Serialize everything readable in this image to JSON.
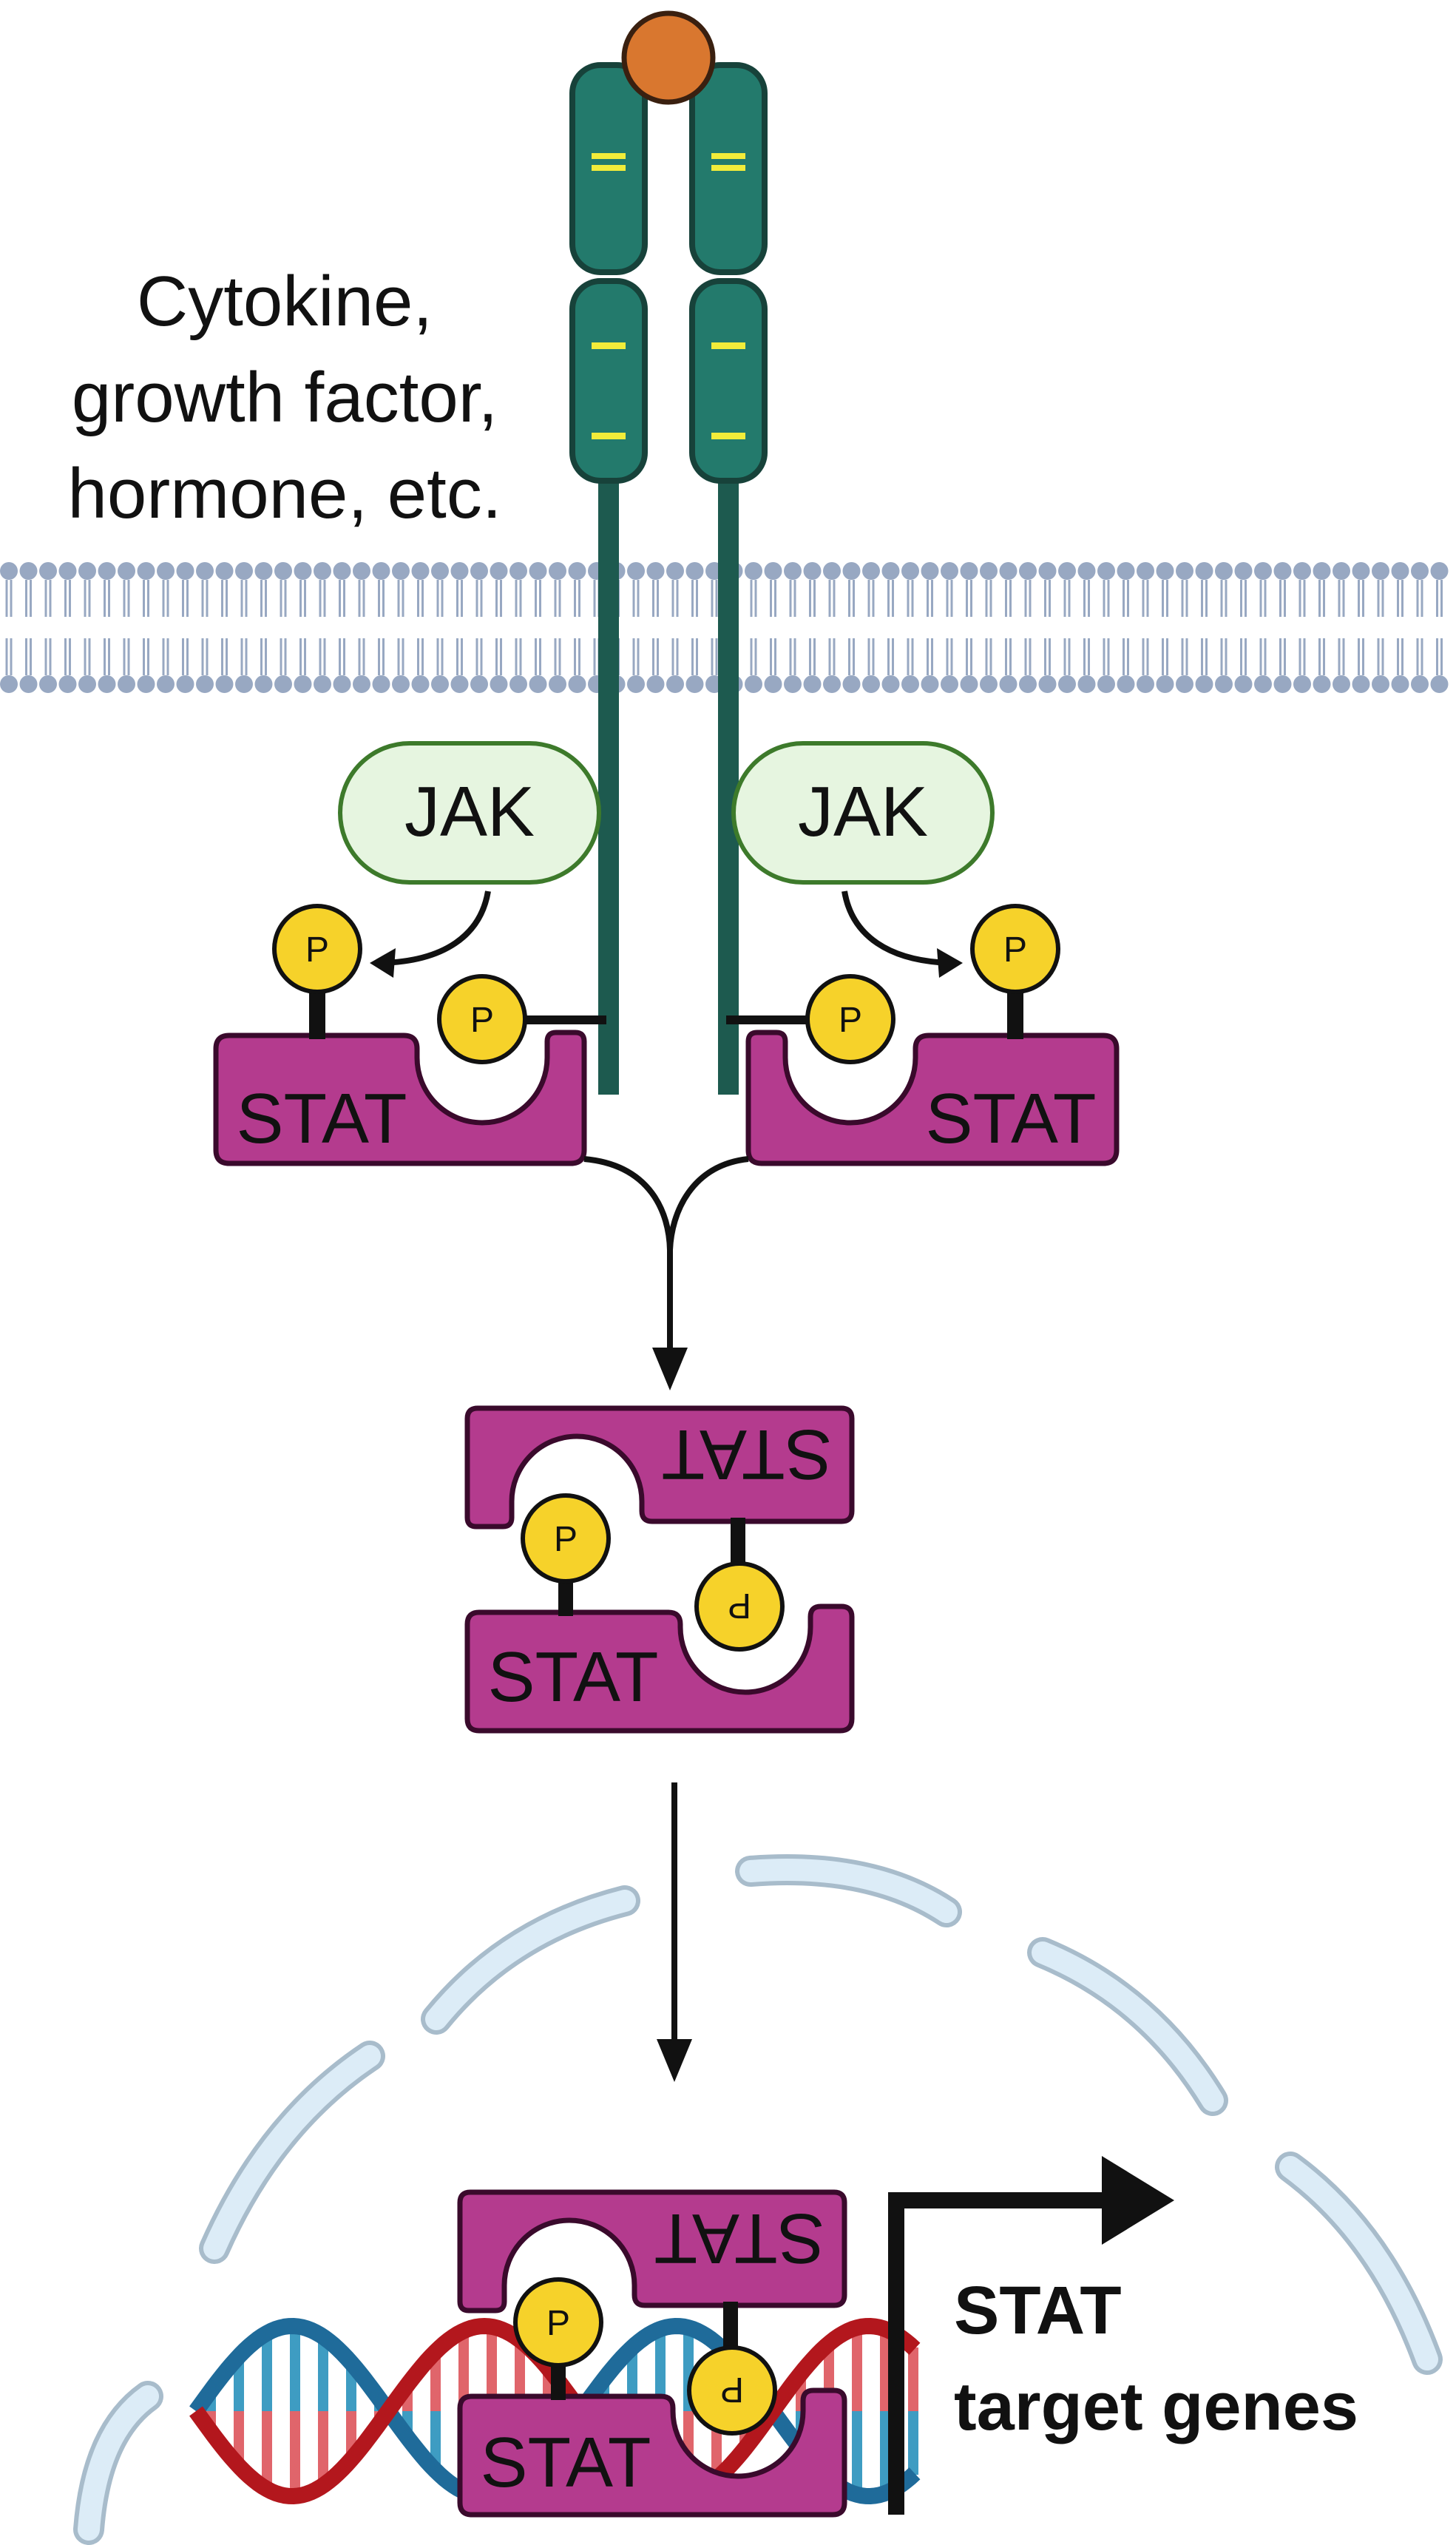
{
  "ligand_label": [
    "Cytokine,",
    "growth factor,",
    "hormone, etc."
  ],
  "kinase_label": "JAK",
  "stat_label": "STAT",
  "phospho_label": "P",
  "target_label": [
    "STAT",
    "target genes"
  ],
  "colors": {
    "receptor": "#237a6c",
    "receptor_dark": "#1a4a44",
    "ligand": "#d9772f",
    "receptor_band": "#f2ec3a",
    "membrane": "#98a8c2",
    "jak_fill": "#e6f5e0",
    "jak_stroke": "#3d7a2b",
    "stat_fill": "#b43b8e",
    "stat_stroke": "#3a0a2c",
    "phospho_fill": "#f6d22a",
    "nucleus_fill": "#dcecf7",
    "nucleus_stroke": "#a8bccb",
    "dna_red": "#b3171d",
    "dna_blue": "#1f6b9a"
  }
}
